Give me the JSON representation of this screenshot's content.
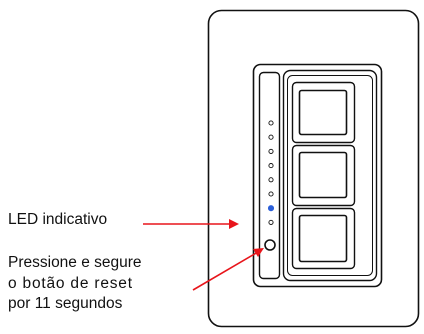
{
  "labels": {
    "led_indicator": "LED indicativo",
    "reset_instruction": [
      "Pressione e segure",
      "o botão de reset",
      "por 11 segundos"
    ]
  },
  "device": {
    "button_count": 3,
    "led_count": 8,
    "active_led_index": 7
  },
  "colors": {
    "arrow": "#e8151b",
    "outline": "#111111",
    "led_off": "#ffffff",
    "led_active": "#2b5fd9"
  }
}
